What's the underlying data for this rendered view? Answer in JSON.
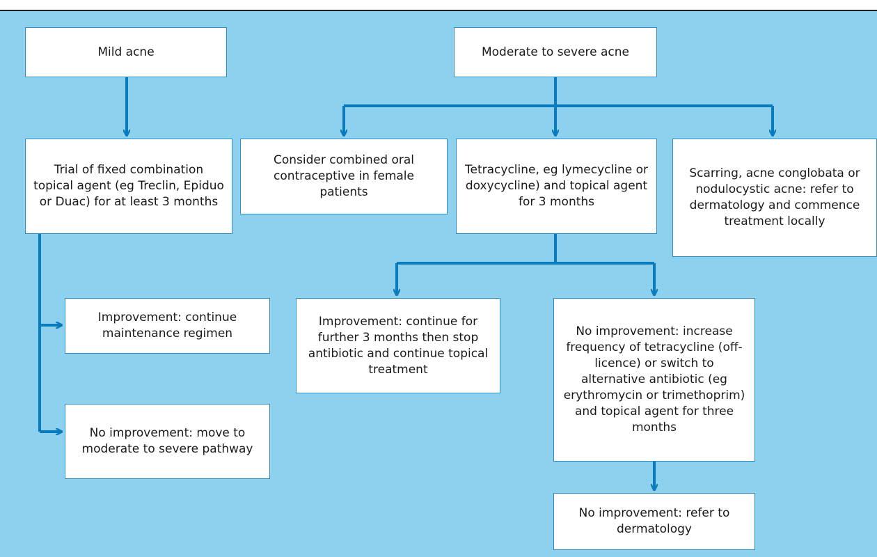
{
  "colors": {
    "background": "#8ed1ef",
    "box_fill": "#ffffff",
    "connector": "#0a7bbd"
  },
  "nodes": {
    "mild_acne": "Mild acne",
    "moderate_to_severe_acne": "Moderate to severe acne",
    "trial_topical": "Trial of fixed combination topical agent (eg Treclin, Epiduo or Duac) for at least 3 months",
    "combined_oral_contraceptive": "Consider combined oral contraceptive in female patients",
    "tetracycline": "Tetracycline, eg lymecycline or doxycycline) and topical agent for 3 months",
    "scarring_refer": "Scarring, acne conglobata or nodulocystic acne: refer to dermatology and commence treatment locally",
    "improvement_maintenance": "Improvement: continue maintenance regimen",
    "no_improvement_move": "No improvement: move to moderate to severe pathway",
    "improvement_further": "Improvement: continue for further 3 months then stop antibiotic and continue topical treatment",
    "no_improvement_increase": "No improvement: increase frequency of tetracycline (off-licence) or switch to alternative antibiotic (eg erythromycin or trimethoprim) and topical agent for three months",
    "no_improvement_refer": "No improvement: refer to dermatology"
  }
}
